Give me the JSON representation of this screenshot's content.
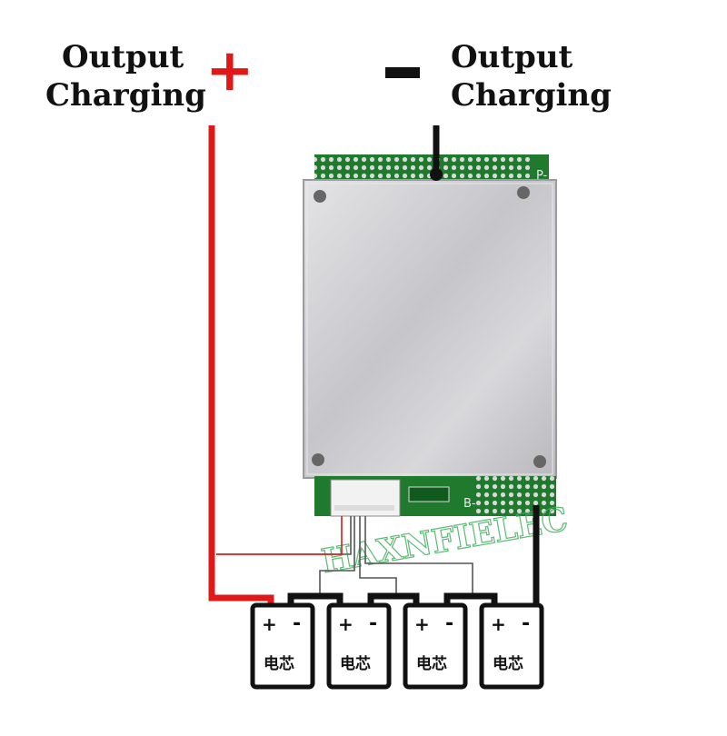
{
  "left_terminal": {
    "line1": "Output",
    "line2": "Charging",
    "sign": "+"
  },
  "right_terminal": {
    "line1": "Output",
    "line2": "Charging",
    "sign": "-"
  },
  "pcb": {
    "pin_label_p": "P-",
    "pin_label_b": "B-"
  },
  "watermark": "HAXNFIELEC",
  "cells": [
    {
      "plus": "+",
      "minus": "-",
      "label": "电芯"
    },
    {
      "plus": "+",
      "minus": "-",
      "label": "电芯"
    },
    {
      "plus": "+",
      "minus": "-",
      "label": "电芯"
    },
    {
      "plus": "+",
      "minus": "-",
      "label": "电芯"
    }
  ],
  "colors": {
    "positive_wire": "#e01818",
    "negative_wire": "#111111",
    "balance_wire": "#555555",
    "pcb_green": "#1f7a2e",
    "shield_metal": "#cfcfd2"
  }
}
